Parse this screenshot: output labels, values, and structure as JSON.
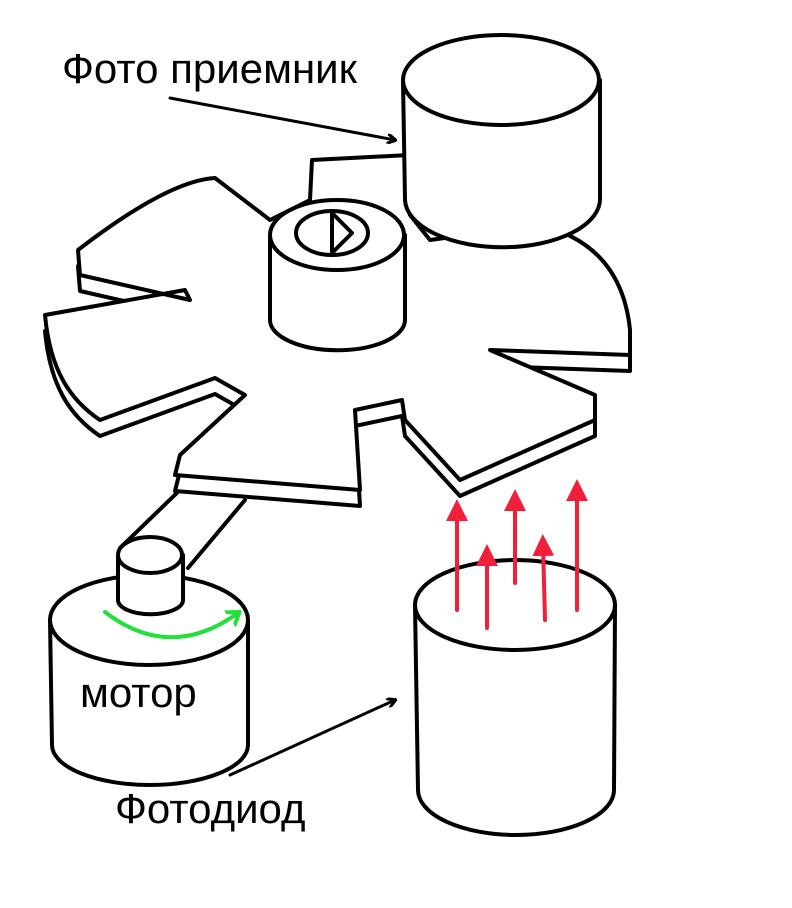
{
  "labels": {
    "photoreceiver": "Фото приемник",
    "motor": "мотор",
    "photodiode": "Фотодиод"
  },
  "colors": {
    "outline": "#000000",
    "light_rays": "#f0203a",
    "rotation_arrow": "#22e03a"
  },
  "light_ray_count": 5
}
